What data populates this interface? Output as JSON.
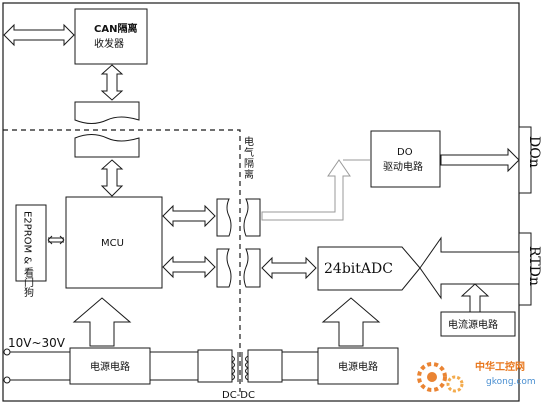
{
  "labels": {
    "can": "CAN隔离收发器",
    "can_line1": "CAN隔离",
    "can_line2": "收发器",
    "isolation": "电气隔离",
    "do_line1": "DO",
    "do_line2": "驱动电路",
    "port_do": "DOn",
    "mcu": "MCU",
    "e2prom": "E2PROM & 看门狗",
    "adc": "24bitADC",
    "port_rtd": "RTDn",
    "current_source": "电流源电路",
    "voltage": "10V~30V",
    "power_left": "电源电路",
    "power_right": "电源电路",
    "dcdc": "DC-DC"
  },
  "watermark": {
    "text": "中华工控网",
    "url": "gkong.com"
  },
  "colors": {
    "line": "#1a1a1a",
    "do_arrow": "#9a9a9a",
    "watermark_orange": "#e8771d",
    "watermark_blue": "#4a8fd1"
  }
}
